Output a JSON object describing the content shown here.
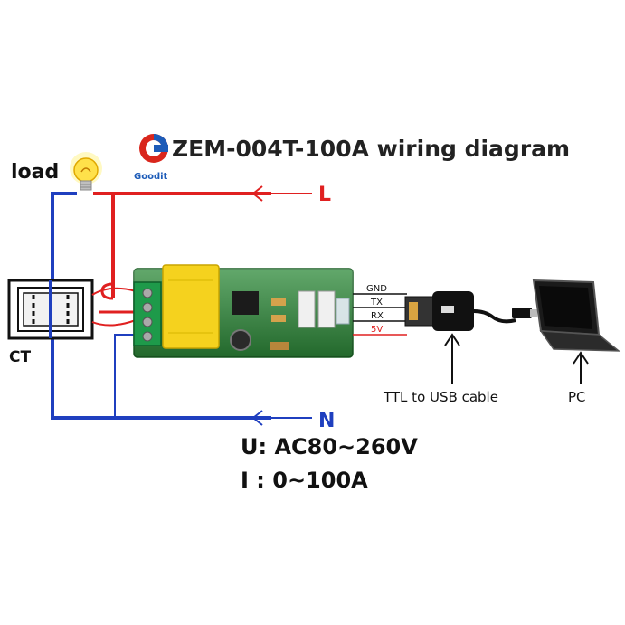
{
  "title": "ZEM-004T-100A wiring diagram",
  "brand": {
    "name": "Goodit",
    "colors": [
      "#d9261c",
      "#1c5bb8"
    ]
  },
  "labels": {
    "load": "load",
    "ct": "CT",
    "line": "L",
    "neutral": "N",
    "ttl_cable": "TTL to USB cable",
    "pc": "PC"
  },
  "signals": [
    "GND",
    "TX",
    "RX",
    "5V"
  ],
  "specs": {
    "voltage": "U: AC80~260V",
    "current": "I : 0~100A"
  },
  "colors": {
    "line_wire": "#e02020",
    "neutral_wire": "#1f3fbf",
    "board": "#2e8b3a",
    "transformer": "#f5d21e",
    "arrow": "#e02020",
    "neutral_arrow": "#1f3fbf"
  }
}
